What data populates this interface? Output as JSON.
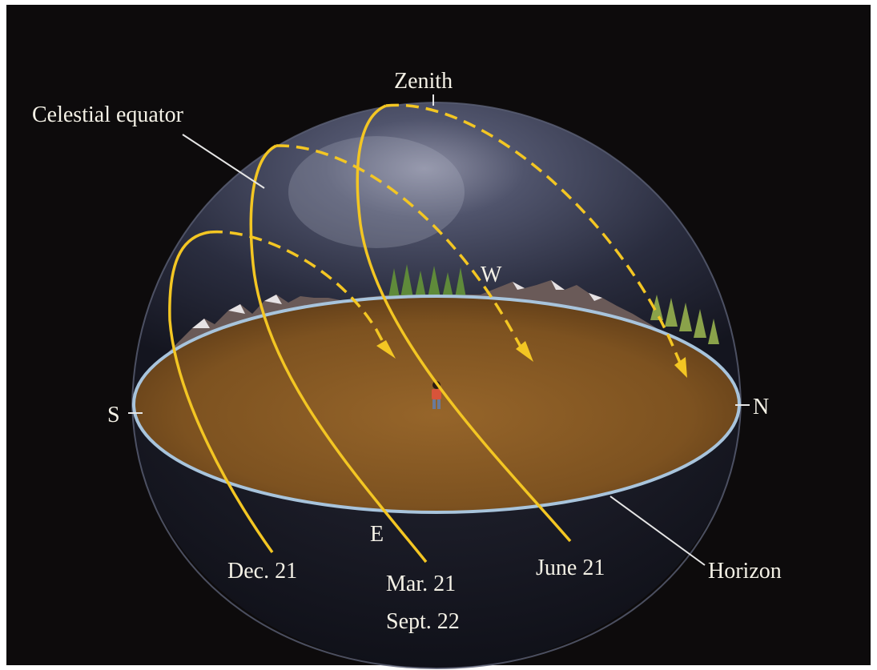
{
  "labels": {
    "zenith": "Zenith",
    "celestial_equator": "Celestial equator",
    "west": "W",
    "south": "S",
    "north": "N",
    "east": "E",
    "horizon": "Horizon",
    "dec21": "Dec. 21",
    "mar21": "Mar. 21",
    "sept22": "Sept. 22",
    "june21": "June 21"
  },
  "paths": [
    {
      "name": "sun-path-dec-21"
    },
    {
      "name": "sun-path-equinox"
    },
    {
      "name": "sun-path-june-21"
    }
  ],
  "colors": {
    "background": "#0d0b0c",
    "sky_dome": "#3b3f55",
    "ground": "#8a5a22",
    "horizon_ring": "#a8c4dc",
    "sun_path": "#f3c623",
    "label": "#f4f1e6"
  }
}
